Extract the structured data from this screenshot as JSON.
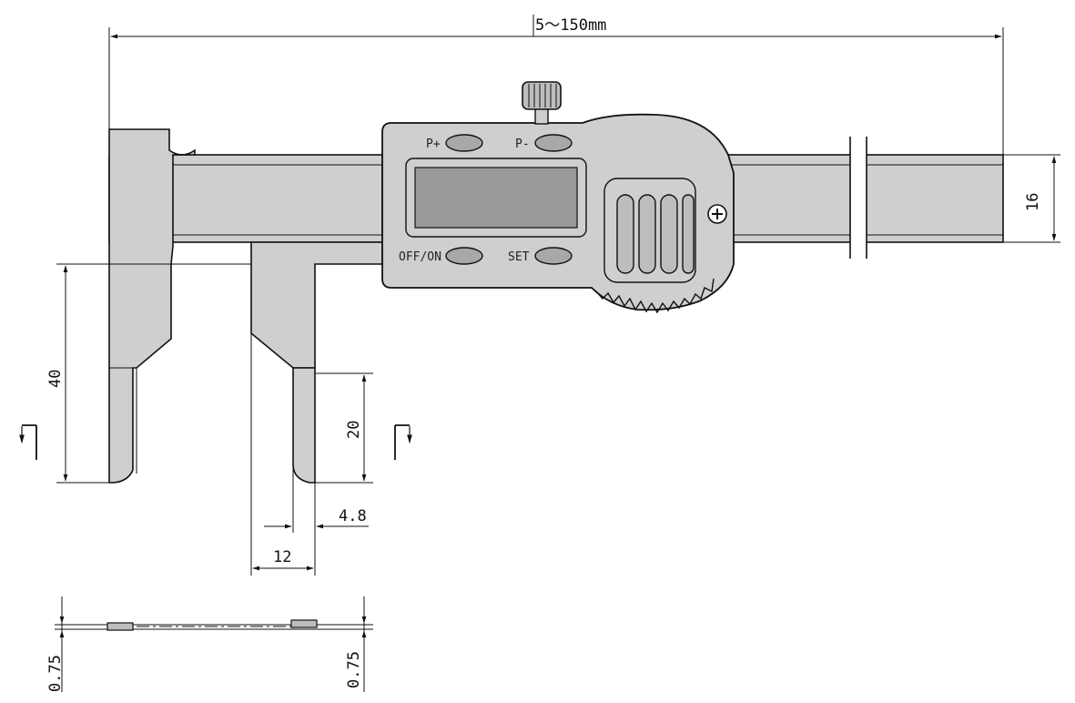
{
  "dimensions": {
    "range": "5～150mm",
    "beam_height": "16",
    "jaw_depth": "40",
    "tip_length": "20",
    "tip_width": "4.8",
    "jaw_offset": "12",
    "blade_left": "0.75",
    "blade_right": "0.75"
  },
  "buttons": {
    "p_plus": "P+",
    "p_minus": "P-",
    "off_on": "OFF/ON",
    "set": "SET"
  },
  "colors": {
    "body_fill": "#cfcfcf",
    "display_fill": "#9a9a9a",
    "button_fill": "#a8a8a8",
    "line": "#111111"
  }
}
